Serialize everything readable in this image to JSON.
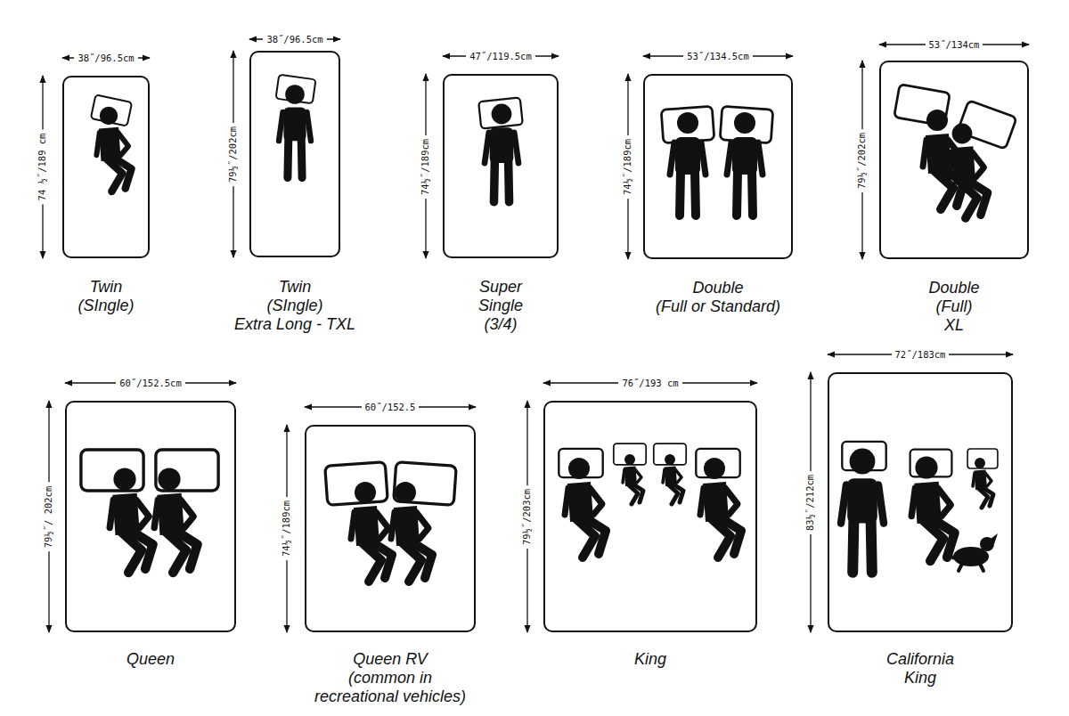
{
  "diagram": {
    "nodes": [
      {
        "text": [
          "Twin (SIngle)"
        ]
      },
      {
        "text": [
          "Twin (SIngle) Extra Long - TXL"
        ]
      },
      {
        "text": [
          "Super Single (3/4)"
        ]
      },
      {
        "text": [
          "Double (Full or Standard)"
        ]
      },
      {
        "text": [
          "Double (Full) XL"
        ]
      },
      {
        "text": [
          "Queen"
        ]
      },
      {
        "text": [
          "Queen RV (common in recreational vehicles)"
        ]
      },
      {
        "text": [
          "King"
        ]
      },
      {
        "text": [
          "California King"
        ]
      }
    ],
    "labels": [
      "38˝/96.5cm",
      "74 ½˝/189 cm",
      "38˝/96.5cm",
      "79½˝/202cm",
      "47˝/119.5cm",
      "74½˝/189cm",
      "53˝/134.5cm",
      "74½˝/189cm",
      "53˝/134cm",
      "79½˝/202cm",
      "60˝/152.5cm",
      "79½˝/ 202cm",
      "60˝/152.5",
      "74½˝/189cm",
      "76˝/193 cm",
      "79½˝/203cm",
      "72˝/183cm",
      "83½˝/212cm"
    ]
  }
}
